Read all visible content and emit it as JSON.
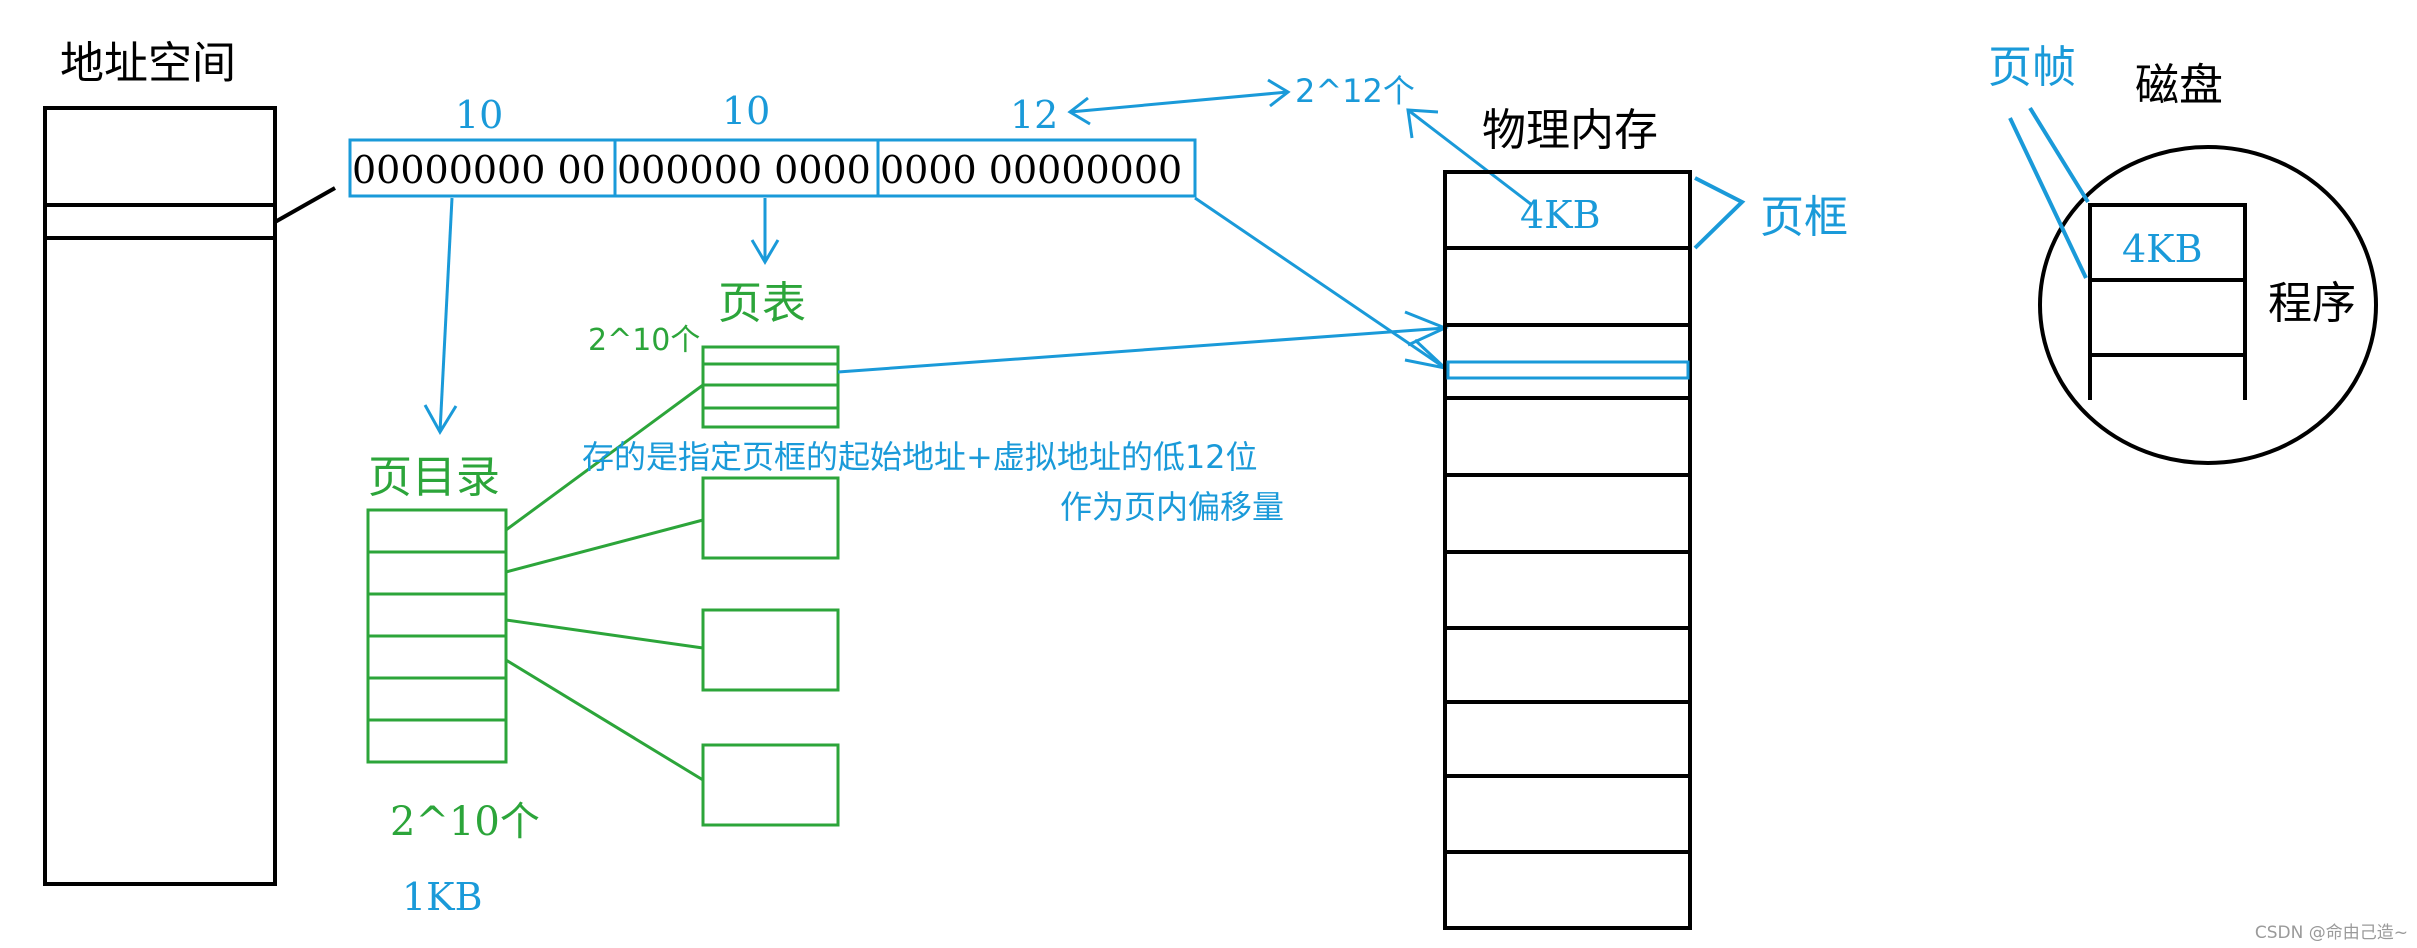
{
  "colors": {
    "blue": "#1a9ad9",
    "green": "#2ca53a",
    "black": "#000000",
    "watermark": "#9a9a9a"
  },
  "labels": {
    "address_space": "地址空间",
    "bits_dir": "10",
    "bits_table": "10",
    "bits_offset": "12",
    "pow_offset": "2^12个",
    "physical_memory": "物理内存",
    "page_frame": "页框",
    "frame_size": "4KB",
    "page_table": "页表",
    "page_table_count": "2^10个",
    "page_directory": "页目录",
    "dir_count": "2^10个",
    "dir_size": "1KB",
    "note_line1": "存的是指定页框的起始地址+虚拟地址的低12位",
    "note_line2": "作为页内偏移量",
    "page_label": "页帧",
    "disk": "磁盘",
    "disk_page_size": "4KB",
    "program": "程序",
    "watermark": "CSDN @命由己造~"
  },
  "address_bits": {
    "seg1": "00000000 00",
    "seg2": "000000 0000",
    "seg3": "0000 00000000"
  }
}
